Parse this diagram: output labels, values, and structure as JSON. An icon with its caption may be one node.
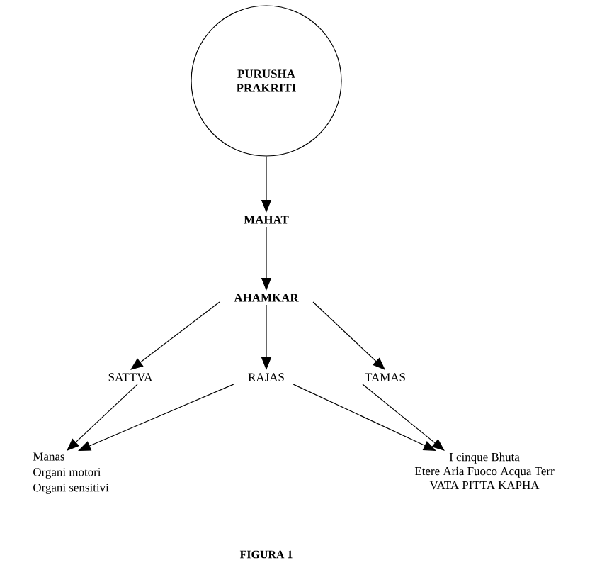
{
  "diagram": {
    "caption": "FIGURA 1",
    "nodes": [
      {
        "text": [
          "PURUSHA PRAKRITI"
        ]
      },
      {
        "text": [
          "MAHAT"
        ]
      },
      {
        "text": [
          "AHAMKAR"
        ]
      },
      {
        "text": [
          "SATTVA"
        ]
      },
      {
        "text": [
          "RAJAS"
        ]
      },
      {
        "text": [
          "TAMAS"
        ]
      },
      {
        "text": [
          "Manas",
          "Organi motori",
          "Organi sensitivi"
        ]
      },
      {
        "text": [
          "I cinque Bhuta",
          "Etere Aria Fuoco Acqua Terr",
          "VATA PITTA KAPHA"
        ]
      }
    ],
    "edges": [
      {
        "from": 0,
        "to": 1,
        "arrow": "to"
      },
      {
        "from": 1,
        "to": 2,
        "arrow": "to"
      },
      {
        "from": 2,
        "to": 3,
        "arrow": "to"
      },
      {
        "from": 2,
        "to": 4,
        "arrow": "to"
      },
      {
        "from": 2,
        "to": 5,
        "arrow": "to"
      },
      {
        "from": 3,
        "to": 6,
        "arrow": "to"
      },
      {
        "from": 4,
        "to": 6,
        "arrow": "to"
      },
      {
        "from": 4,
        "to": 7,
        "arrow": "to"
      },
      {
        "from": 5,
        "to": 7,
        "arrow": "to"
      }
    ]
  }
}
